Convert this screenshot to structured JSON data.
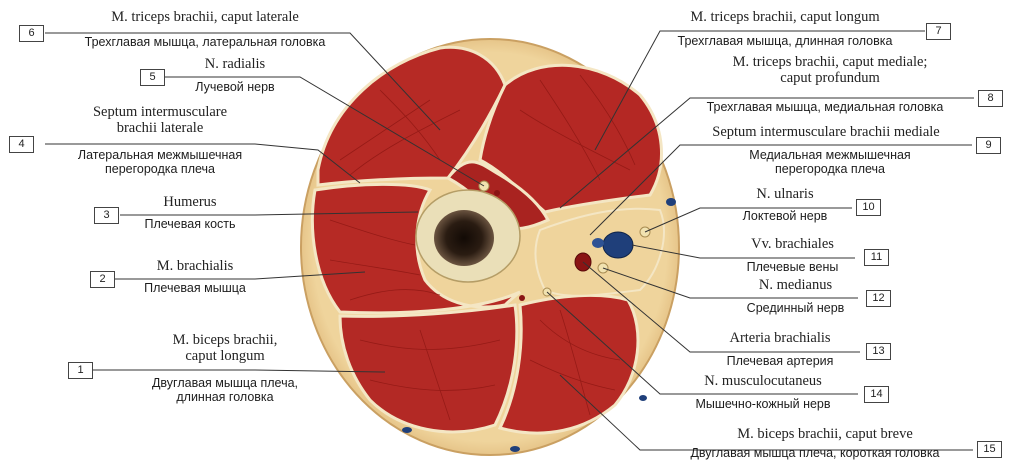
{
  "labels": [
    {
      "num": "1",
      "latin": [
        "M. biceps brachii,",
        "caput longum"
      ],
      "russian": [
        "Двуглавая мышца плеча,",
        "длинная головка"
      ]
    },
    {
      "num": "2",
      "latin": [
        "M. brachialis"
      ],
      "russian": [
        "Плечевая мышца"
      ]
    },
    {
      "num": "3",
      "latin": [
        "Humerus"
      ],
      "russian": [
        "Плечевая кость"
      ]
    },
    {
      "num": "4",
      "latin": [
        "Septum intermusculare",
        "brachii laterale"
      ],
      "russian": [
        "Латеральная межмышечная",
        "перегородка плеча"
      ]
    },
    {
      "num": "5",
      "latin": [
        "N. radialis"
      ],
      "russian": [
        "Лучевой нерв"
      ]
    },
    {
      "num": "6",
      "latin": [
        "M. triceps brachii, caput laterale"
      ],
      "russian": [
        "Трехглавая мышца, латеральная головка"
      ]
    },
    {
      "num": "7",
      "latin": [
        "M. triceps brachii, caput longum"
      ],
      "russian": [
        "Трехглавая мышца, длинная головка"
      ]
    },
    {
      "num": "8",
      "latin": [
        "M. triceps brachii, caput mediale;",
        "caput profundum"
      ],
      "russian": [
        "Трехглавая мышца, медиальная головка"
      ]
    },
    {
      "num": "9",
      "latin": [
        "Septum intermusculare brachii mediale"
      ],
      "russian": [
        "Медиальная межмышечная",
        "перегородка плеча"
      ]
    },
    {
      "num": "10",
      "latin": [
        "N. ulnaris"
      ],
      "russian": [
        "Локтевой нерв"
      ]
    },
    {
      "num": "11",
      "latin": [
        "Vv. brachiales"
      ],
      "russian": [
        "Плечевые вены"
      ]
    },
    {
      "num": "12",
      "latin": [
        "N. medianus"
      ],
      "russian": [
        "Срединный нерв"
      ]
    },
    {
      "num": "13",
      "latin": [
        "Arteria brachialis"
      ],
      "russian": [
        "Плечевая артерия"
      ]
    },
    {
      "num": "14",
      "latin": [
        "N. musculocutaneus"
      ],
      "russian": [
        "Мышечно-кожный нерв"
      ]
    },
    {
      "num": "15",
      "latin": [
        "M. biceps brachii, caput breve"
      ],
      "russian": [
        "Двуглавая мышца плеча, короткая головка"
      ]
    }
  ],
  "colors": {
    "skin": "#e8c48a",
    "fat": "#efd49c",
    "muscle": "#b62a25",
    "muscle_dark": "#8e1713",
    "fascia": "#f4e6c4",
    "bone_cortex": "#eadfb8",
    "marrow": "#2a1c12",
    "vein": "#1f3f7a",
    "artery": "#8a1414",
    "leader": "#333333"
  }
}
